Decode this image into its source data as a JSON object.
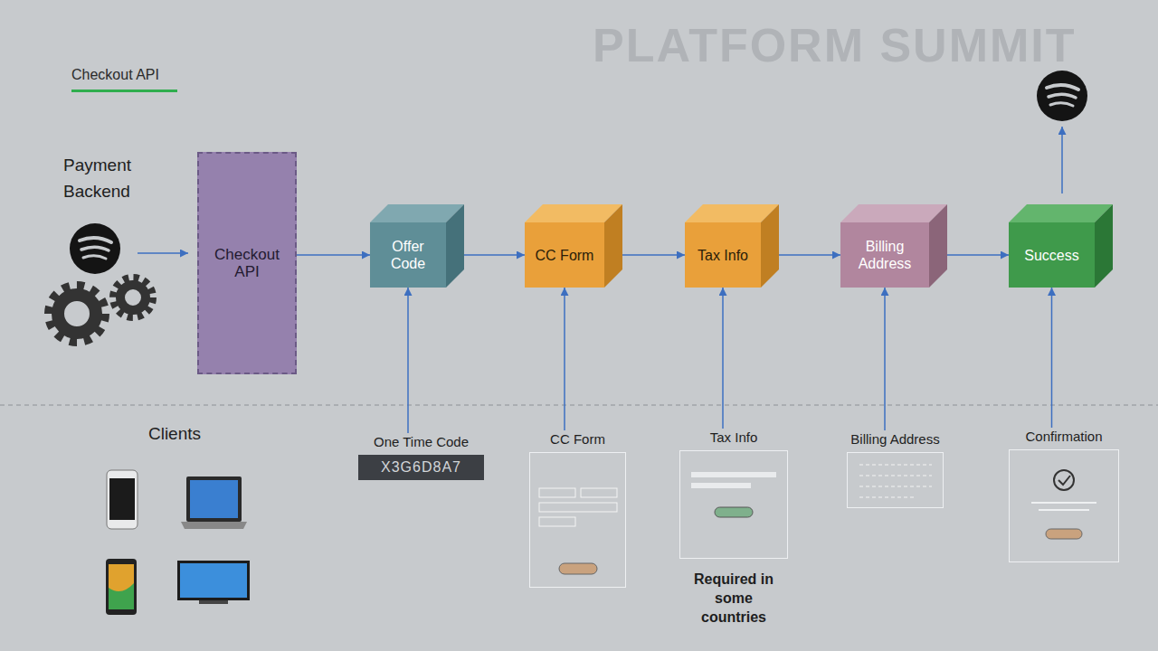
{
  "diagram": {
    "title": "Checkout API",
    "nodes": [
      {
        "text": [
          "Checkout API"
        ]
      },
      {
        "text": [
          "Offer Code"
        ]
      },
      {
        "text": [
          "CC Form"
        ]
      },
      {
        "text": [
          "Tax Info"
        ]
      },
      {
        "text": [
          "Billing Address"
        ]
      },
      {
        "text": [
          "Success"
        ]
      },
      {
        "text": [
          "One Time Code",
          "X3G6D8A7"
        ]
      },
      {
        "text": [
          "CC Form"
        ]
      },
      {
        "text": [
          "Tax Info"
        ]
      },
      {
        "text": [
          "Billing Address"
        ]
      },
      {
        "text": [
          "Confirmation"
        ]
      }
    ],
    "edges": [
      {
        "from": 0,
        "to": 1,
        "arrow": "to"
      },
      {
        "from": 1,
        "to": 2,
        "arrow": "to"
      },
      {
        "from": 2,
        "to": 3,
        "arrow": "to"
      },
      {
        "from": 3,
        "to": 4,
        "arrow": "to"
      },
      {
        "from": 4,
        "to": 5,
        "arrow": "to"
      },
      {
        "from": 6,
        "to": 1,
        "arrow": "to"
      },
      {
        "from": 7,
        "to": 2,
        "arrow": "to"
      },
      {
        "from": 8,
        "to": 3,
        "arrow": "to"
      },
      {
        "from": 9,
        "to": 4,
        "arrow": "to"
      },
      {
        "from": 10,
        "to": 5,
        "arrow": "to"
      }
    ],
    "labels": [
      "PLATFORM SUMMIT",
      "Payment Backend",
      "Clients",
      "Required in some countries"
    ]
  }
}
